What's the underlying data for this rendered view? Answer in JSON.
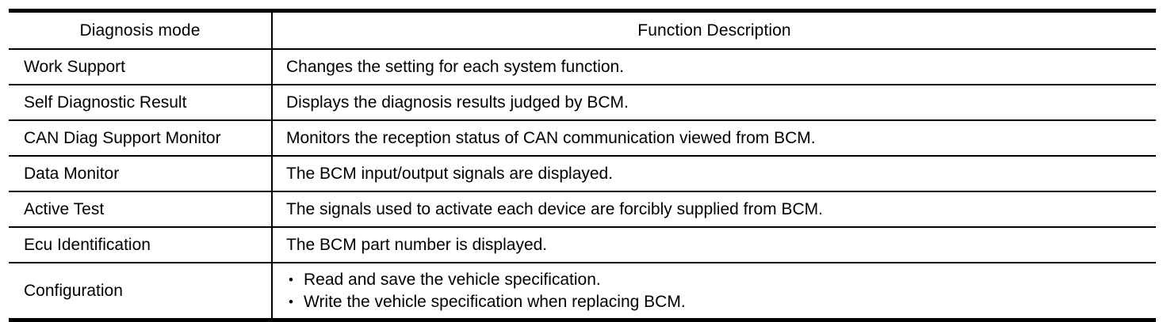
{
  "table": {
    "name": "diagnosis-mode-function-description",
    "columns": [
      {
        "key": "mode",
        "header": "Diagnosis mode"
      },
      {
        "key": "description",
        "header": "Function Description"
      }
    ],
    "rows": [
      {
        "mode": "Work Support",
        "description": "Changes the setting for each system function."
      },
      {
        "mode": "Self Diagnostic Result",
        "description": "Displays the diagnosis results judged by BCM."
      },
      {
        "mode": "CAN Diag Support Monitor",
        "description": "Monitors the reception status of CAN communication viewed from BCM."
      },
      {
        "mode": "Data Monitor",
        "description": "The BCM input/output signals are displayed."
      },
      {
        "mode": "Active Test",
        "description": "The signals used to activate each device are forcibly supplied from BCM."
      },
      {
        "mode": "Ecu Identification",
        "description": "The BCM part number is displayed."
      },
      {
        "mode": "Configuration",
        "description": "",
        "bullets": [
          "Read and save the vehicle specification.",
          "Write the vehicle specification when replacing BCM."
        ]
      }
    ],
    "bullet_glyph": "•"
  },
  "style": {
    "text_color": "#000000",
    "rule_color": "#000000",
    "background": "#ffffff"
  }
}
